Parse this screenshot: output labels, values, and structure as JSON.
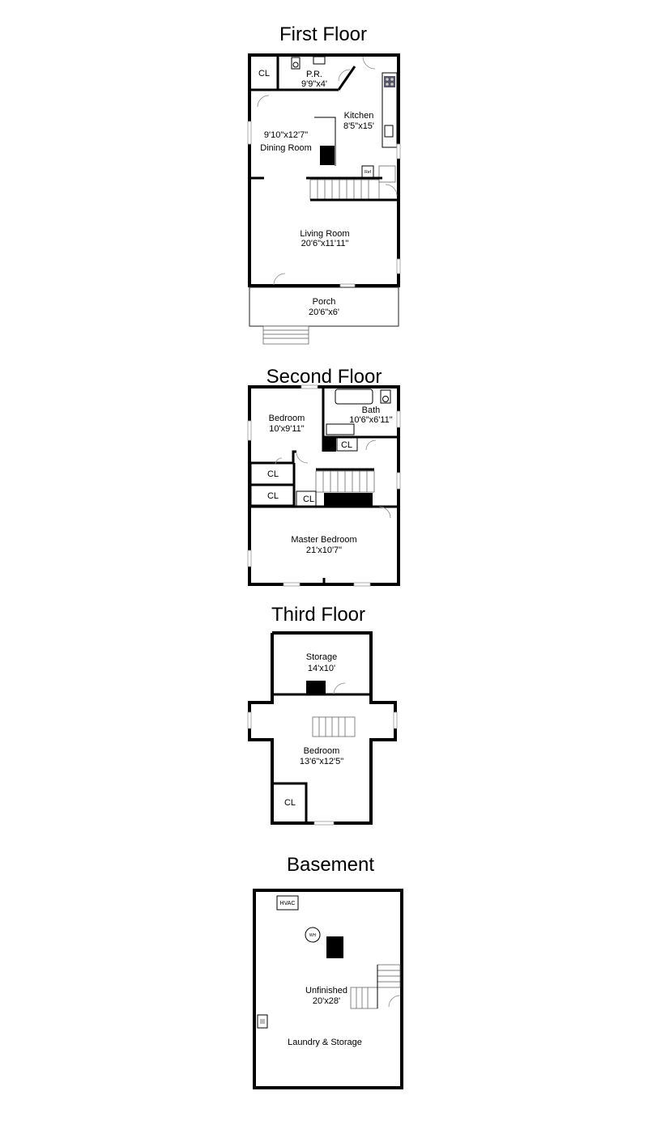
{
  "floors": {
    "first": {
      "title": "First Floor",
      "rooms": {
        "cl": "CL",
        "pr_name": "P.R.",
        "pr_size": "9'9\"x4'",
        "kitchen_name": "Kitchen",
        "kitchen_size": "8'5\"x15'",
        "dining_size": "9'10\"x12'7\"",
        "dining_name": "Dining Room",
        "ref": "Ref",
        "living_name": "Living Room",
        "living_size": "20'6\"x11'11\"",
        "porch_name": "Porch",
        "porch_size": "20'6\"x6'"
      }
    },
    "second": {
      "title": "Second Floor",
      "rooms": {
        "bedroom_name": "Bedroom",
        "bedroom_size": "10'x9'11\"",
        "bath_name": "Bath",
        "bath_size": "10'6\"x6'11\"",
        "cl_bath": "CL",
        "cl_a": "CL",
        "cl_b": "CL",
        "cl_c": "CL",
        "master_name": "Master Bedroom",
        "master_size": "21'x10'7\""
      }
    },
    "third": {
      "title": "Third Floor",
      "rooms": {
        "storage_name": "Storage",
        "storage_size": "14'x10'",
        "bedroom_name": "Bedroom",
        "bedroom_size": "13'6\"x12'5\"",
        "cl": "CL"
      }
    },
    "basement": {
      "title": "Basement",
      "rooms": {
        "hvac": "HVAC",
        "wh": "WH",
        "unfinished_name": "Unfinished",
        "unfinished_size": "20'x28'",
        "laundry": "Laundry & Storage"
      }
    }
  }
}
